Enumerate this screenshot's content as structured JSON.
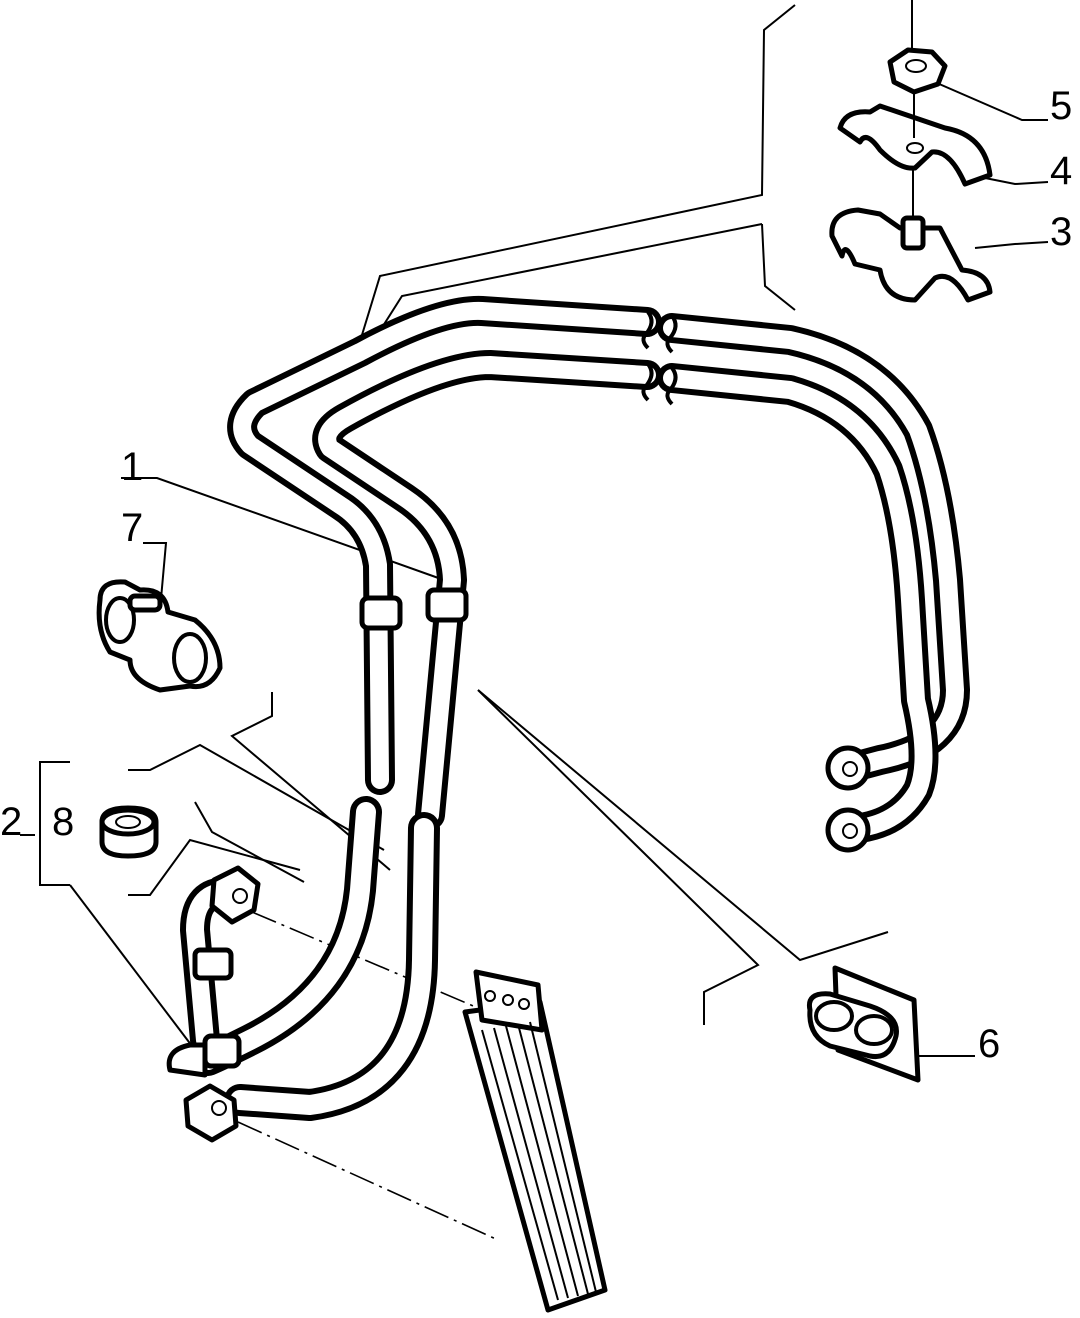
{
  "diagram": {
    "callouts": {
      "hose_assembly": "1",
      "cooler_kit": "2",
      "clamp_lower": "3",
      "clamp_upper": "4",
      "nut": "5",
      "bracket_clip": "6",
      "double_clip": "7",
      "plug": "8"
    }
  }
}
